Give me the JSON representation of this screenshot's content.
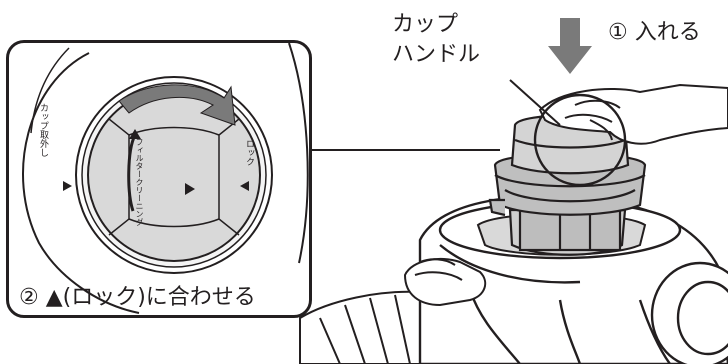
{
  "labels": {
    "step1": "① 入れる",
    "cup_handle_line1": "カップ",
    "cup_handle_line2": "ハンドル",
    "step2": "② ▲(ロック)に合わせる",
    "dial_remove": "カップ取外し",
    "dial_filter_line1": "フィルター",
    "dial_filter_line2": "クリーニング",
    "dial_lock": "ロック"
  },
  "colors": {
    "ink": "#231f20",
    "arrow_gray": "#7a7a7a",
    "panel_border": "#231f20"
  },
  "icons": {
    "down_arrow": "down-arrow-icon",
    "rotate_arrow": "rotate-clockwise-icon"
  }
}
